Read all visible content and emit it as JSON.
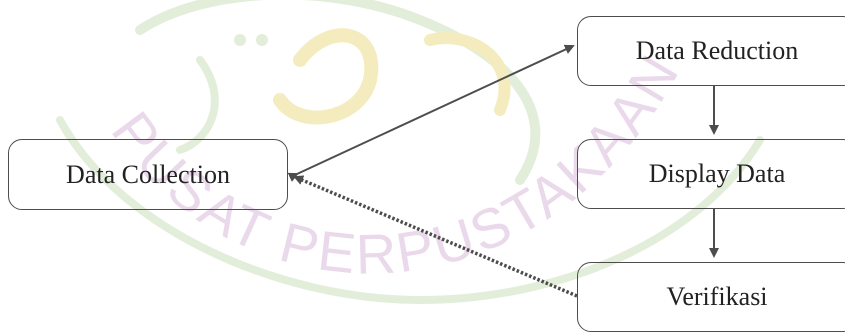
{
  "nodes": {
    "data_collection": "Data Collection",
    "data_reduction": "Data Reduction",
    "display_data": "Display Data",
    "verifikasi": "Verifikasi"
  },
  "watermark": {
    "text": "PUSAT PERPUSTAKAAN",
    "emblem_color": "#e3eeda",
    "emblem_gold": "#f4ecbe",
    "text_color": "#ead9ea"
  },
  "colors": {
    "stroke": "#4d4d4d",
    "text": "#222222"
  }
}
